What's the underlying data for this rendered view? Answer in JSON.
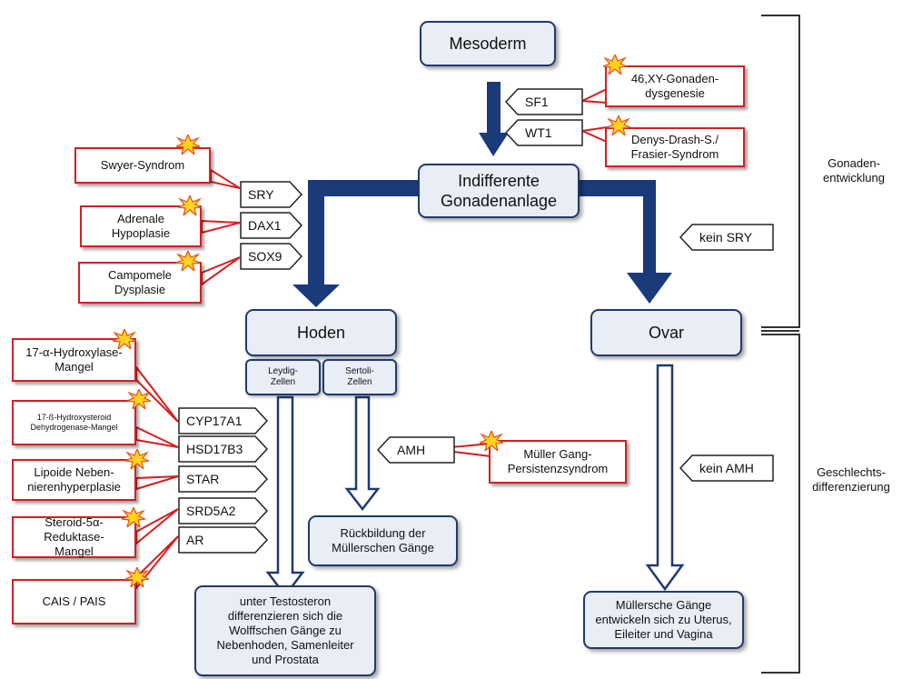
{
  "boxes": {
    "mesoderm": "Mesoderm",
    "indifferent": "Indifferente Gonadenanlage",
    "hoden": "Hoden",
    "leydig": "Leydig-Zellen",
    "sertoli": "Sertoli-Zellen",
    "ovar": "Ovar",
    "rueckbildung": "Rückbildung der Müllerschen Gänge",
    "testosteron": "unter Testosteron differenzieren sich die Wolffschen Gänge zu Nebenhoden, Samenleiter und Prostata",
    "muellersche": "Müllersche Gänge entwickeln sich zu Uterus, Eileiter und Vagina"
  },
  "genes": {
    "sf1": "SF1",
    "wt1": "WT1",
    "sry": "SRY",
    "dax1": "DAX1",
    "sox9": "SOX9",
    "kein_sry": "kein SRY",
    "cyp17a1": "CYP17A1",
    "hsd17b3": "HSD17B3",
    "star": "STAR",
    "srd5a2": "SRD5A2",
    "ar": "AR",
    "amh": "AMH",
    "kein_amh": "kein AMH"
  },
  "diseases": {
    "gonadendysgenesie": "46,XY-Gonaden-dysgenesie",
    "denys": "Denys-Drash-S./ Frasier-Syndrom",
    "swyer": "Swyer-Syndrom",
    "adrenale": "Adrenale Hypoplasie",
    "campomele": "Campomele Dysplasie",
    "hydroxylase": "17-α-Hydroxylase-Mangel",
    "hsd": "17-ß-Hydroxysteroid Dehydrogenase-Mangel",
    "lipoide": "Lipoide Neben-nierenhyperplasie",
    "reduktase": "Steroid-5α-Reduktase-Mangel",
    "cais": "CAIS / PAIS",
    "mueller_gang": "Müller Gang-Persistenzsyndrom"
  },
  "sections": {
    "gonaden": "Gonaden-entwicklung",
    "geschlechts": "Geschlechts-differenzierung"
  },
  "colors": {
    "box_fill": "#e8edf6",
    "box_border": "#1f3a6e",
    "arrow_dark": "#1a3a7a",
    "disease_border": "#d22020",
    "star_fill": "#ffd21f"
  }
}
